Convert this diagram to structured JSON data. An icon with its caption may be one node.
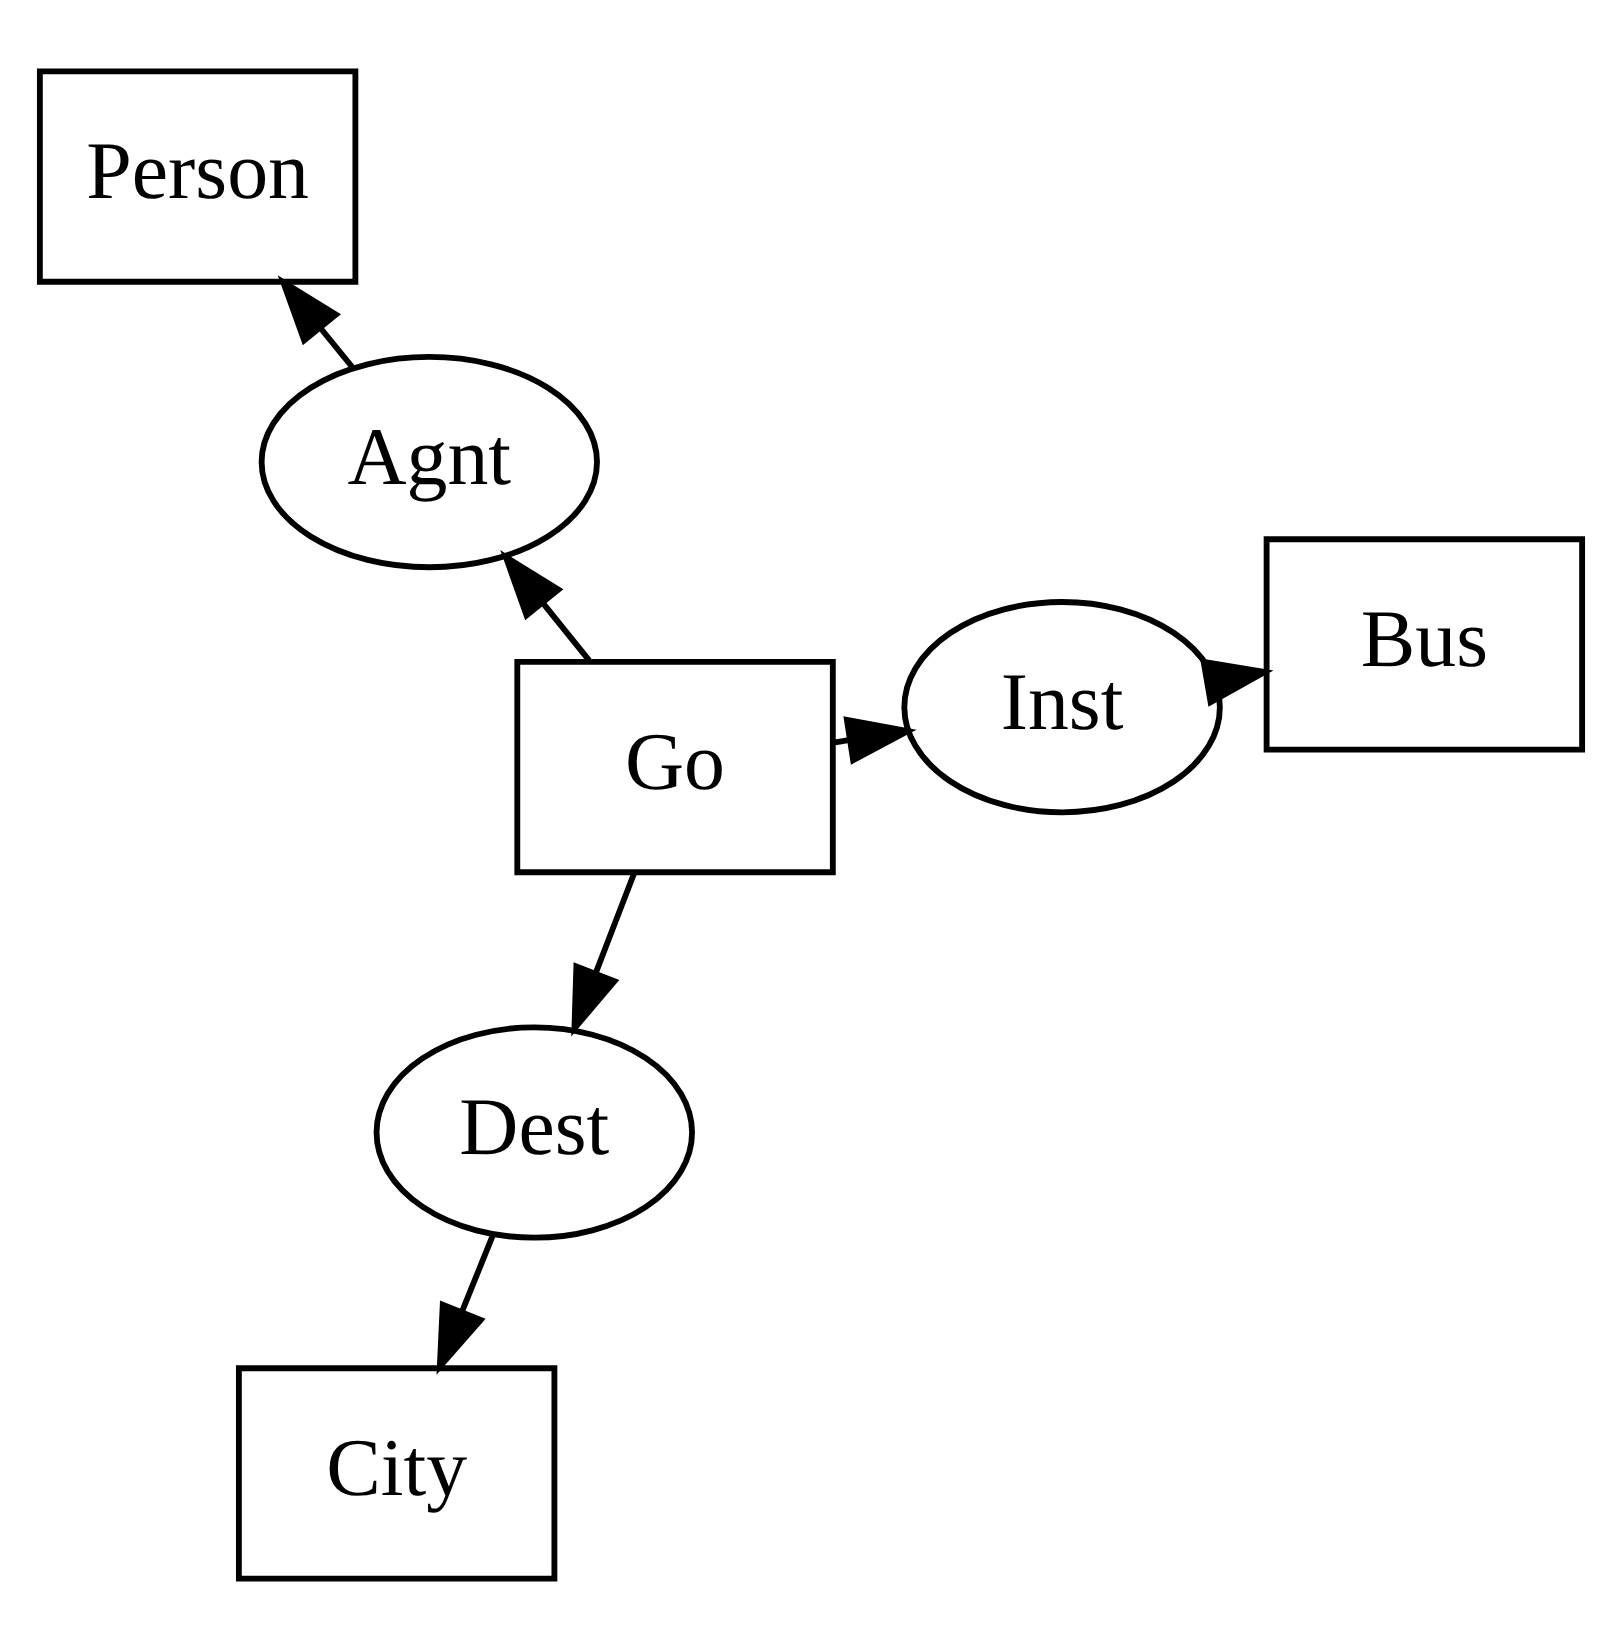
{
  "diagram": {
    "nodes": [
      {
        "text": [
          "Person"
        ]
      },
      {
        "text": [
          "Agnt"
        ]
      },
      {
        "text": [
          "Go"
        ]
      },
      {
        "text": [
          "Inst"
        ]
      },
      {
        "text": [
          "Bus"
        ]
      },
      {
        "text": [
          "Dest"
        ]
      },
      {
        "text": [
          "City"
        ]
      }
    ],
    "edges": [
      {
        "from": 1,
        "to": 0,
        "arrow": "to"
      },
      {
        "from": 2,
        "to": 1,
        "arrow": "to"
      },
      {
        "from": 2,
        "to": 3,
        "arrow": "to"
      },
      {
        "from": 3,
        "to": 4,
        "arrow": "to"
      },
      {
        "from": 2,
        "to": 5,
        "arrow": "to"
      },
      {
        "from": 5,
        "to": 6,
        "arrow": "to"
      }
    ]
  }
}
